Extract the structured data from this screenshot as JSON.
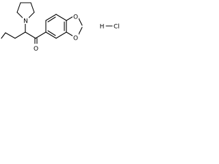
{
  "molecule": {
    "atoms": {
      "nitrogen": "N",
      "carbonyl_oxygen": "O",
      "dioxole_oxygen_top": "O",
      "dioxole_oxygen_bottom": "O"
    },
    "salt": {
      "hydrogen": "H",
      "chlorine": "Cl"
    }
  }
}
